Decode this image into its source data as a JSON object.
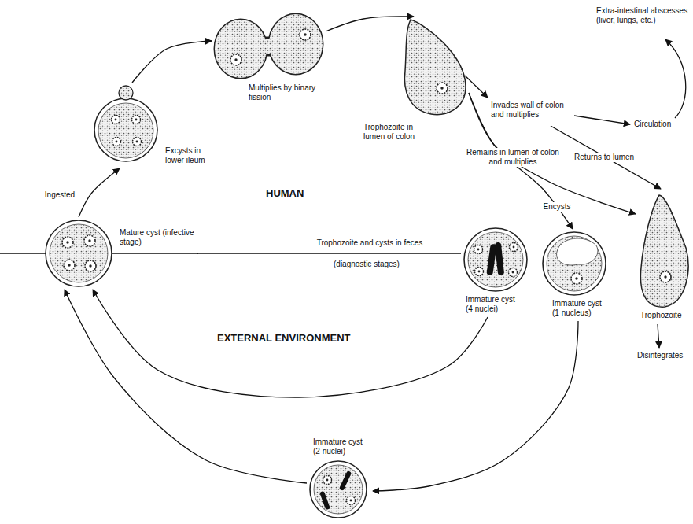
{
  "diagram": {
    "nodes": [
      {
        "text": [
          "Excysts in lower ileum"
        ]
      },
      {
        "text": [
          "Multiplies by binary fission"
        ]
      },
      {
        "text": [
          "Trophozoite in lumen of colon"
        ]
      },
      {
        "text": [
          "Mature cyst (infective stage)"
        ]
      },
      {
        "text": [
          "Immature cyst (4 nuclei)"
        ]
      },
      {
        "text": [
          "Immature cyst (1 nucleus)"
        ]
      },
      {
        "text": [
          "Trophozoite"
        ]
      },
      {
        "text": [
          "Immature cyst (2 nuclei)"
        ]
      }
    ],
    "edges": [
      {
        "from": 3,
        "to": 0,
        "arrow": "to",
        "label": "Ingested"
      },
      {
        "from": 0,
        "to": 1,
        "arrow": "to"
      },
      {
        "from": 1,
        "to": 2,
        "arrow": "to"
      },
      {
        "from": 2,
        "to": 6,
        "arrow": "to",
        "label": "Remains in lumen of colon and multiplies"
      },
      {
        "from": 2,
        "to": 5,
        "arrow": "to",
        "label": "Encysts"
      },
      {
        "from": 3,
        "to": 4,
        "arrow": "none",
        "label": "Trophozoite and cysts in feces"
      },
      {
        "from": 4,
        "to": 3,
        "arrow": "to"
      },
      {
        "from": 5,
        "to": 7,
        "arrow": "to"
      },
      {
        "from": 7,
        "to": 3,
        "arrow": "to"
      }
    ],
    "labels": [
      "Invades wall of colon and multiplies",
      "Extra-intestinal abscesses (liver, lungs, etc.)",
      "Circulation",
      "Returns to lumen",
      "HUMAN",
      "(diagnostic stages)",
      "Disintegrates",
      "EXTERNAL ENVIRONMENT"
    ]
  }
}
